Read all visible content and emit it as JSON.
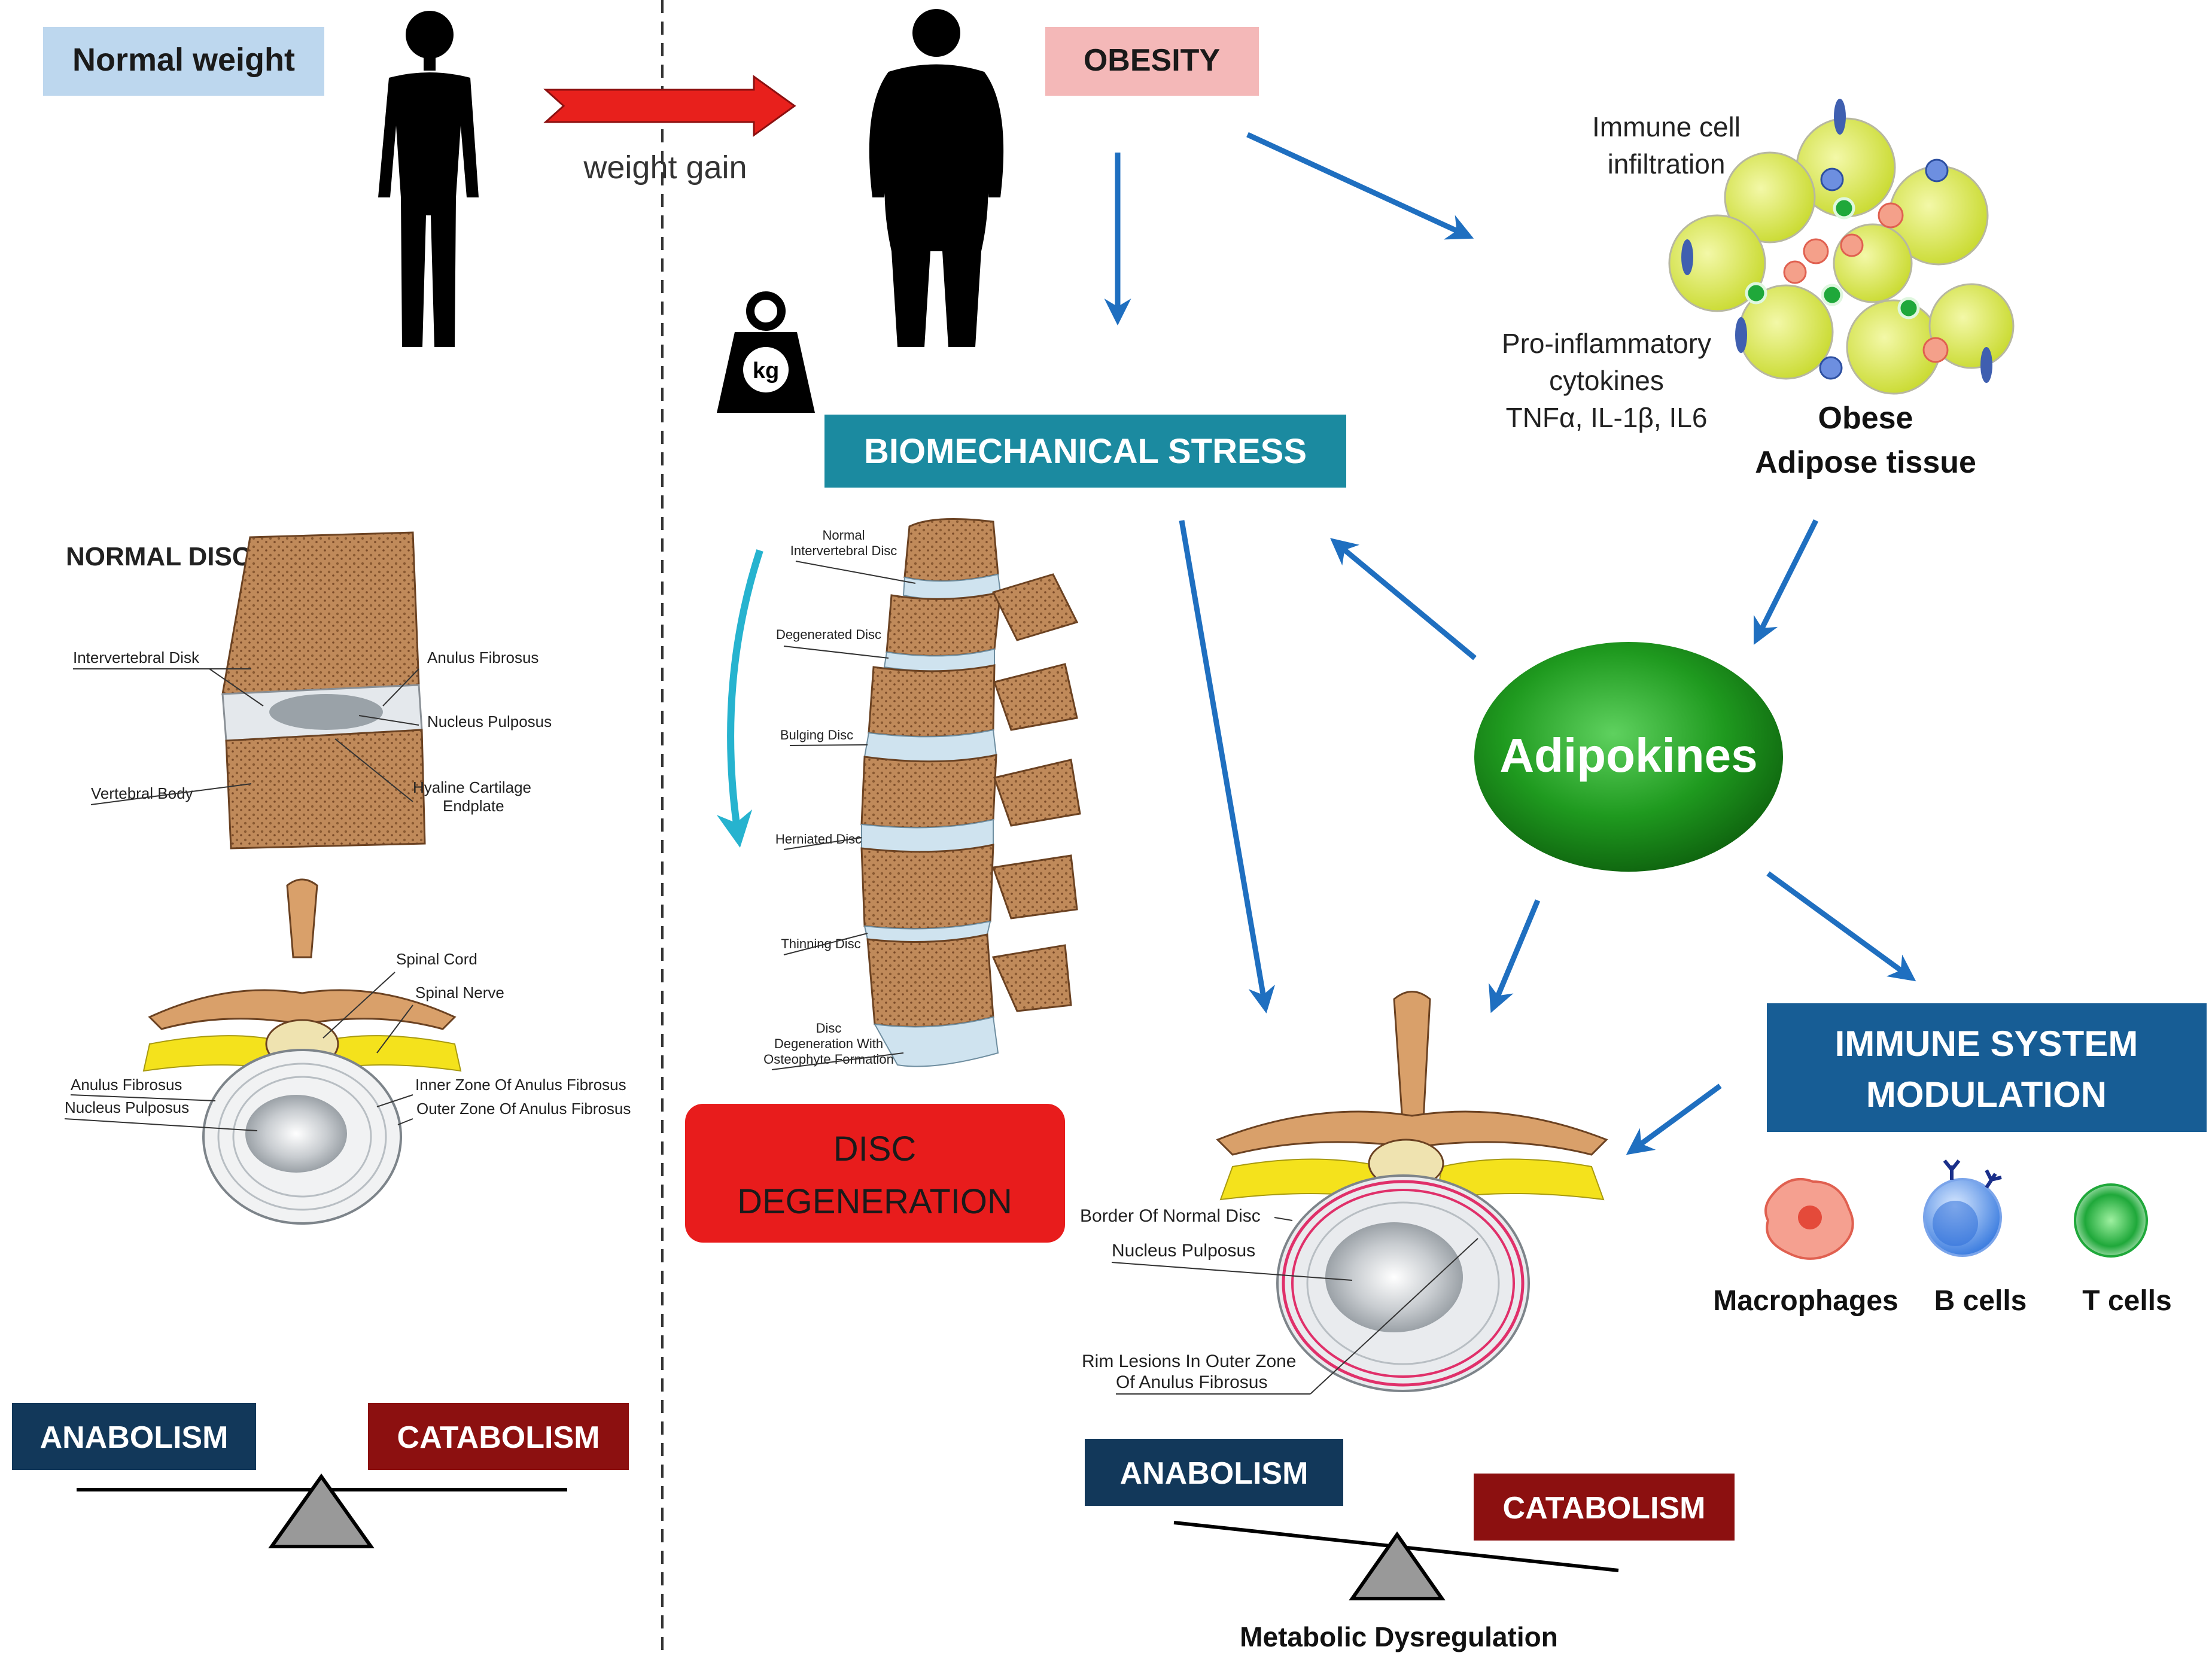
{
  "left_panel": {
    "normal_weight_label": "Normal weight",
    "weight_gain_label": "weight gain",
    "normal_disc_title": "NORMAL DISC",
    "disc_labels": {
      "intervertebral_disk": "Intervertebral Disk",
      "vertebral_body": "Vertebral Body",
      "anulus_fibrosus": "Anulus Fibrosus",
      "nucleus_pulposus": "Nucleus Pulposus",
      "hyaline_line1": "Hyaline Cartilage",
      "hyaline_line2": "Endplate"
    },
    "cross_section_labels": {
      "spinal_cord": "Spinal Cord",
      "spinal_nerve": "Spinal Nerve",
      "anulus_fibrosus": "Anulus Fibrosus",
      "nucleus_pulposus": "Nucleus Pulposus",
      "inner_zone": "Inner Zone Of Anulus Fibrosus",
      "outer_zone": "Outer Zone Of Anulus Fibrosus"
    },
    "anabolism": "ANABOLISM",
    "catabolism": "CATABOLISM"
  },
  "right_panel": {
    "obesity_label": "OBESITY",
    "kg_label": "kg",
    "biomechanical_stress": "BIOMECHANICAL STRESS",
    "immune_infiltration_line1": "Immune cell",
    "immune_infiltration_line2": "infiltration",
    "cytokines_line1": "Pro-inflammatory",
    "cytokines_line2": "cytokines",
    "cytokines_line3": "TNFα, IL-1β, IL6",
    "adipose_line1": "Obese",
    "adipose_line2": "Adipose tissue",
    "adipokines": "Adipokines",
    "spine_labels": {
      "normal_line1": "Normal",
      "normal_line2": "Intervertebral Disc",
      "degenerated": "Degenerated Disc",
      "bulging": "Bulging Disc",
      "herniated": "Herniated Disc",
      "thinning": "Thinning Disc",
      "osteophyte_line1": "Disc",
      "osteophyte_line2": "Degeneration With",
      "osteophyte_line3": "Osteophyte Formation"
    },
    "disc_degeneration_line1": "DISC",
    "disc_degeneration_line2": "DEGENERATION",
    "degenerated_disc_labels": {
      "border": "Border Of Normal Disc",
      "nucleus": "Nucleus Pulposus",
      "rim_line1": "Rim Lesions In Outer Zone",
      "rim_line2": "Of Anulus Fibrosus"
    },
    "immune_modulation_line1": "IMMUNE SYSTEM",
    "immune_modulation_line2": "MODULATION",
    "cells": {
      "macrophages": "Macrophages",
      "b_cells": "B cells",
      "t_cells": "T cells"
    },
    "anabolism": "ANABOLISM",
    "catabolism": "CATABOLISM",
    "metabolic_dysregulation": "Metabolic Dysregulation"
  },
  "colors": {
    "normal_weight_box": "#bdd7ee",
    "obesity_box": "#f4b8b8",
    "teal_box": "#1b8aa0",
    "anabolism_box": "#12385a",
    "catabolism_box": "#8c1010",
    "immune_box": "#175d95",
    "disc_degeneration_box": "#e81c1c",
    "blue_arrow": "#1f6fc0",
    "cyan_arrow": "#26b3cf",
    "red_arrow": "#e8201c",
    "adipokine_green": "#1c8a1c",
    "fat_cell": "#d9e84a"
  }
}
